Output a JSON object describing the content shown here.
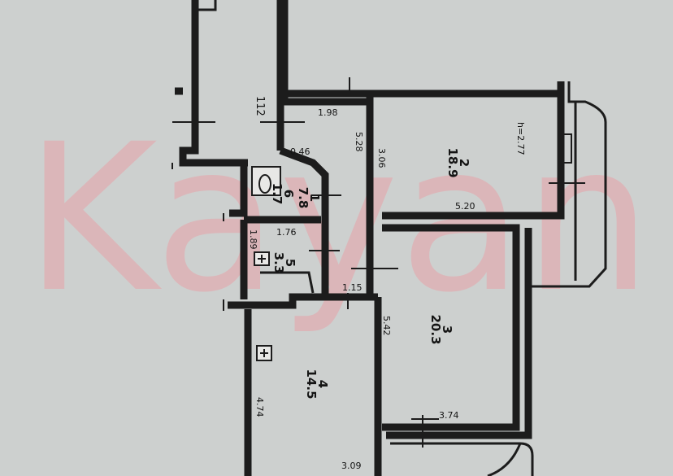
{
  "watermark": {
    "text": "Kayan",
    "color": "#e8a2a8"
  },
  "colors": {
    "paper": "#cdd0cf",
    "ink": "#1c1c1c"
  },
  "corridor_label": "112",
  "ceiling_height": "h=2.77",
  "rooms": [
    {
      "id": "room-1",
      "number": "1",
      "area": "7.8"
    },
    {
      "id": "room-2",
      "number": "2",
      "area": "18.9"
    },
    {
      "id": "room-3",
      "number": "3",
      "area": "20.3"
    },
    {
      "id": "room-4",
      "number": "4",
      "area": "14.5"
    },
    {
      "id": "room-5",
      "number": "5",
      "area": "3.3"
    },
    {
      "id": "room-6",
      "number": "6",
      "area": "1.7"
    }
  ],
  "dimensions": [
    {
      "id": "dim-1-98",
      "value": "1.98"
    },
    {
      "id": "dim-5-28",
      "value": "5.28"
    },
    {
      "id": "dim-3-06",
      "value": "3.06"
    },
    {
      "id": "dim-0-46",
      "value": "0.46"
    },
    {
      "id": "dim-5-20",
      "value": "5.20"
    },
    {
      "id": "dim-1-76",
      "value": "1.76"
    },
    {
      "id": "dim-1-89",
      "value": "1.89"
    },
    {
      "id": "dim-1-15",
      "value": "1.15"
    },
    {
      "id": "dim-5-42",
      "value": "5.42"
    },
    {
      "id": "dim-4-74",
      "value": "4.74"
    },
    {
      "id": "dim-3-74",
      "value": "3.74"
    },
    {
      "id": "dim-3-09",
      "value": "3.09"
    }
  ]
}
